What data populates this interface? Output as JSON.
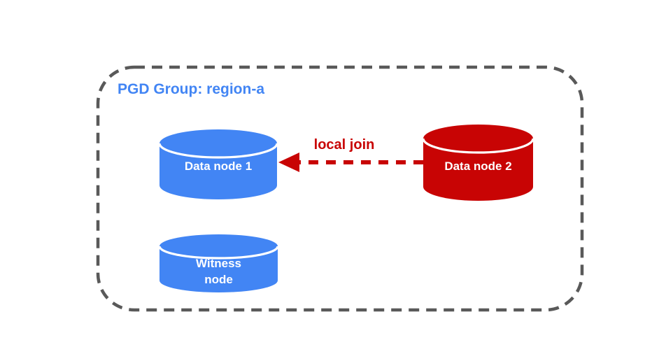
{
  "diagram": {
    "type": "cluster-topology-diagram",
    "group": {
      "title": "PGD Group: region-a"
    },
    "nodes": [
      {
        "id": "data-node-1",
        "label": "Data node 1",
        "kind": "data-node",
        "color": "#4285F4"
      },
      {
        "id": "data-node-2",
        "label": "Data node 2",
        "kind": "data-node",
        "color": "#C80404"
      },
      {
        "id": "witness-node",
        "label": "Witness node",
        "label_line1": "Witness",
        "label_line2": "node",
        "kind": "witness-node",
        "color": "#4285F4"
      }
    ],
    "edge": {
      "label": "local join",
      "from": "Data node 2",
      "to": "Data node 1",
      "style": "dashed-arrow",
      "color": "#C80404"
    }
  },
  "colors": {
    "blue": "#4285F4",
    "red": "#C80404",
    "border_gray": "#595959",
    "node_text": "#FFFFFF",
    "background": "#FFFFFF"
  }
}
